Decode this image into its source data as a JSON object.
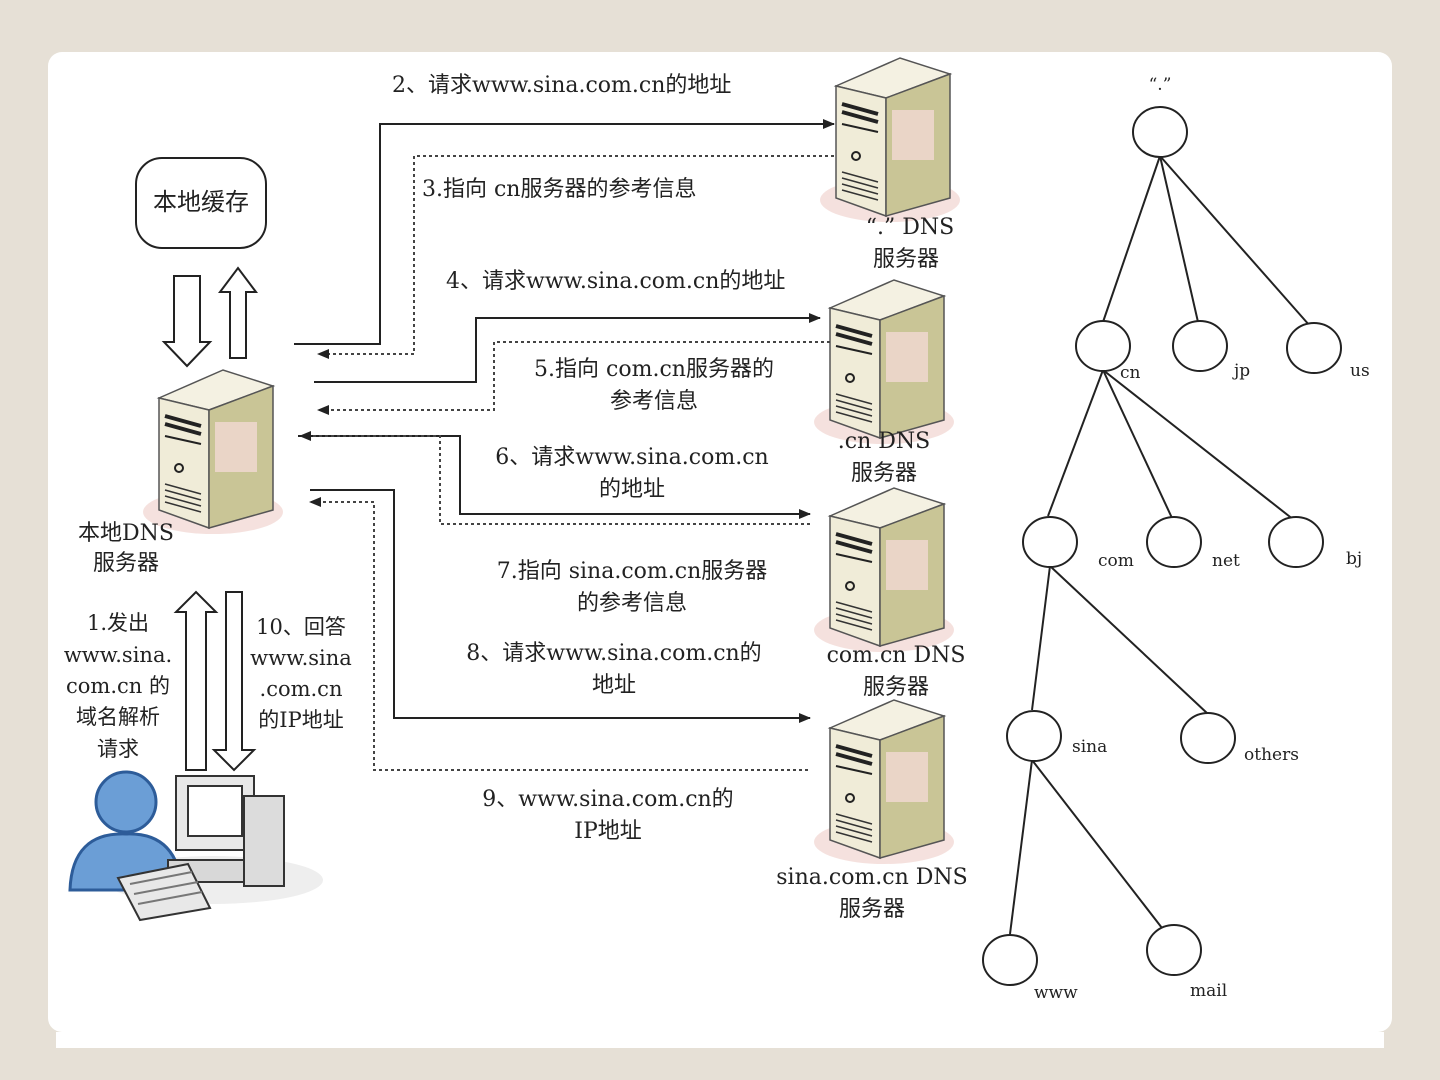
{
  "cache_box": "本地缓存",
  "local_dns": {
    "line1": "本地DNS",
    "line2": "服务器"
  },
  "client_request": [
    "1.发出",
    "www.sina.",
    "com.cn 的",
    "域名解析",
    "请求"
  ],
  "client_answer": [
    "10、回答",
    "www.sina",
    ".com.cn",
    "的IP地址"
  ],
  "steps": {
    "s2": "2、请求www.sina.com.cn的地址",
    "s3": "3.指向 cn服务器的参考信息",
    "s4": "4、请求www.sina.com.cn的地址",
    "s5": [
      "5.指向 com.cn服务器的",
      "参考信息"
    ],
    "s6": [
      "6、请求www.sina.com.cn",
      "的地址"
    ],
    "s7": [
      "7.指向 sina.com.cn服务器",
      "的参考信息"
    ],
    "s8": [
      "8、请求www.sina.com.cn的",
      "地址"
    ],
    "s9": [
      "9、www.sina.com.cn的",
      "IP地址"
    ]
  },
  "servers": {
    "root": [
      "“.” DNS",
      "服务器"
    ],
    "cn": [
      ".cn DNS",
      "服务器"
    ],
    "comcn": [
      "com.cn DNS",
      "服务器"
    ],
    "sina": [
      "sina.com.cn DNS",
      "服务器"
    ]
  },
  "tree": {
    "root": "“.”",
    "cn": "cn",
    "jp": "jp",
    "us": "us",
    "com": "com",
    "net": "net",
    "bj": "bj",
    "sina": "sina",
    "others": "others",
    "www": "www",
    "mail": "mail"
  }
}
